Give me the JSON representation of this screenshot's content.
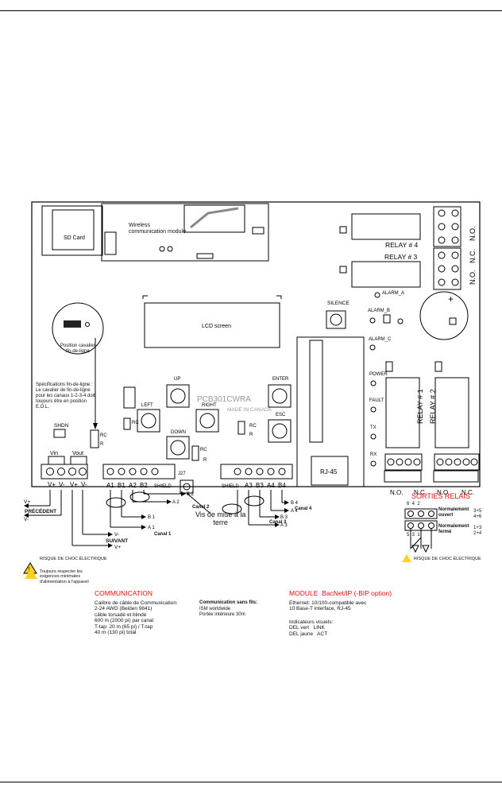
{
  "colors": {
    "accent_red": "#e01010",
    "line": "#000000",
    "warning_yellow": "#ffd21a"
  },
  "board": {
    "sd_card": "SD Card",
    "wireless_header": "Wireless\ncommunication module",
    "relay4": "RELAY # 4",
    "relay3": "RELAY # 3",
    "relay1": "RELAY # 1",
    "relay2": "RELAY # 2",
    "no": "N.O.",
    "nc": "N.C.",
    "lcd": "LCD screen",
    "silence": "SILENCE",
    "alarm_a": "ALARM_A",
    "alarm_b": "ALARM_B",
    "alarm_c": "ALARM_C",
    "power": "POWER",
    "fault": "FAULT",
    "tx": "TX",
    "rx": "RX",
    "rj45": "RJ-45",
    "up": "UP",
    "down": "DOWN",
    "left": "LEFT",
    "right": "RIGHT",
    "enter": "ENTER",
    "esc": "ESC",
    "pcb": "PCB301CWRA",
    "made_in": "MADE IN CANADA",
    "shdn": "SHDN",
    "rc": "RC",
    "r": "R",
    "vin": "Vin",
    "vout": "Vout",
    "vplus": "V+",
    "vminus": "V-",
    "a1": "A1",
    "b1": "B1",
    "a2": "A2",
    "b2": "B2",
    "a3": "A3",
    "b3": "B3",
    "a4": "A4",
    "b4": "B4",
    "shield": "SHIELD",
    "j27": "J27",
    "jumper_pos": "Position cavalier\nfin-de-ligne",
    "eol_spec": "Spécifications fin-de-ligne :\nLe cavalier de fin-de-ligne\npour les canaux 1-2-3-4 doit\ntoujours être en position\nE.O.L."
  },
  "wiring": {
    "precedent": "PRÉCÉDENT",
    "suivant": "SUIVANT",
    "vplus": "V+",
    "vminus": "V-",
    "canal1": "Canal 1",
    "canal2": "Canal 2",
    "canal3": "Canal 3",
    "canal4": "Canal 4",
    "ground_screw": "Vis de mise à la\nterre",
    "a1": "A 1",
    "b1": "B 1",
    "a2": "A 2",
    "b2": "B 2",
    "a3": "A 3",
    "b3": "B 3",
    "a4": "A 4",
    "b4": "B 4"
  },
  "relays": {
    "title": "SORTIES RELAIS",
    "no_label": "Normalement\nouvert",
    "no_pins": "3+5\n4+6",
    "nc_label": "Normalement\nfermé",
    "nc_pins": "1+3\n2+4",
    "top_pins": "6  4  2",
    "bottom_pins": "5  3  1"
  },
  "warnings": {
    "shock_left": "RISQUE DE CHOC ÉLECTRIQUE",
    "respect": "Toujours respecter les\nexigences minimales\nd'alimentation à l'appareil",
    "shock_right": "RISQUE DE CHOC ÉLECTRIQUE"
  },
  "communication": {
    "title": "COMMUNICATION",
    "body": "Calibre de câble de Communication:\n2-24 AWG (Belden 9841)\ncâble torsadé et blindé\n600 m (2000 pi) par canal\nT-tap: 20 m (65 pi) / T-tap\n40 m (130 pi) total",
    "wireless_title": "Communication sans fils:",
    "wireless_body": "ISM worldwide\nPortée intérieure 30m"
  },
  "module": {
    "title": "MODULE  BacNet/IP (-BIP option)",
    "ethernet": "Ethernet: 10/100-compatible avec\n10 Base-T interface, RJ-45",
    "indicators": "Indicateurs visuels:\nDEL vert   LINK\nDEL jaune   ACT"
  }
}
